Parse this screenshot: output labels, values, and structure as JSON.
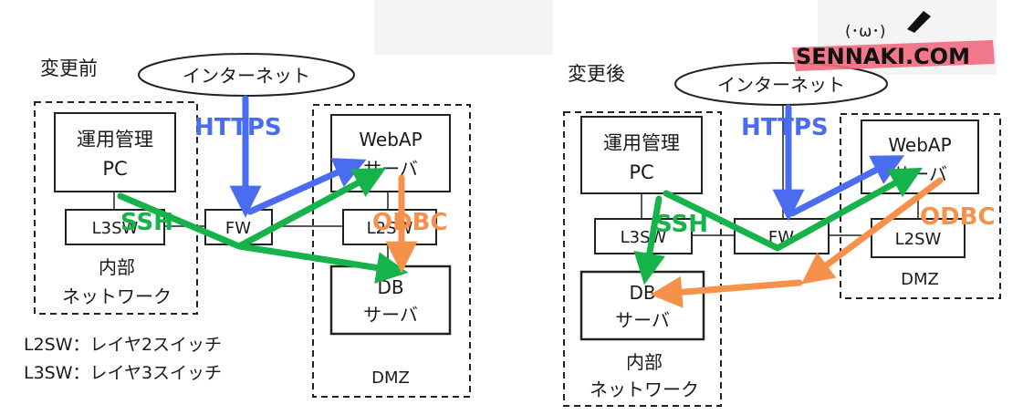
{
  "colors": {
    "https": "#4a6cf0",
    "ssh": "#16b34a",
    "odbc": "#f5914a",
    "logo_highlight": "#f06a7e"
  },
  "before": {
    "title": "変更前",
    "internet": "インターネット",
    "ops_pc_line1": "運用管理",
    "ops_pc_line2": "PC",
    "l3sw": "L3SW",
    "fw": "FW",
    "webap_line1": "WebAP",
    "webap_line2": "サーバ",
    "l2sw": "L2SW",
    "db_line1": "DB",
    "db_line2": "サーバ",
    "internal_line1": "内部",
    "internal_line2": "ネットワーク",
    "dmz": "DMZ",
    "legend_l2": "L2SW：レイヤ2スイッチ",
    "legend_l3": "L3SW：レイヤ3スイッチ"
  },
  "after": {
    "title": "変更後",
    "internet": "インターネット",
    "ops_pc_line1": "運用管理",
    "ops_pc_line2": "PC",
    "l3sw": "L3SW",
    "fw": "FW",
    "webap_line1": "WebAP",
    "webap_line2": "サーバ",
    "l2sw": "L2SW",
    "db_line1": "DB",
    "db_line2": "サーバ",
    "internal_line1": "内部",
    "internal_line2": "ネットワーク",
    "dmz": "DMZ"
  },
  "labels": {
    "https": "HTTPS",
    "ssh": "SSH",
    "odbc": "ODBC"
  },
  "logo": {
    "face": "(･ω･)",
    "text": "SENNAKI.COM"
  }
}
